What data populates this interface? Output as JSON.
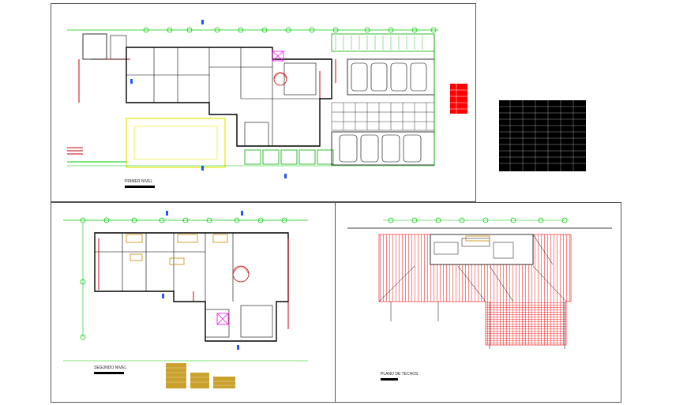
{
  "drawing_titles": {
    "first_level": "PRIMER NIVEL",
    "second_level": "SEGUNDO NIVEL",
    "roof_plan": "PLANO DE TECHOS"
  },
  "colors": {
    "sheet_border": "#555555",
    "walls": "#000000",
    "axis_bubbles": "#00cc00",
    "dimension_lines": "#cc0000",
    "roof_hatch": "#ff3333",
    "landscape": "#00aa00",
    "furniture": "#cc8800",
    "legend_red": "#ff0000",
    "table_black": "#000000",
    "blue_markers": "#2255ff",
    "yellow_outline": "#e6e600",
    "magenta_markers": "#ff00ff"
  },
  "icons": [
    "axis-bubble",
    "north-marker",
    "section-marker",
    "car-outline",
    "stair-spiral"
  ]
}
